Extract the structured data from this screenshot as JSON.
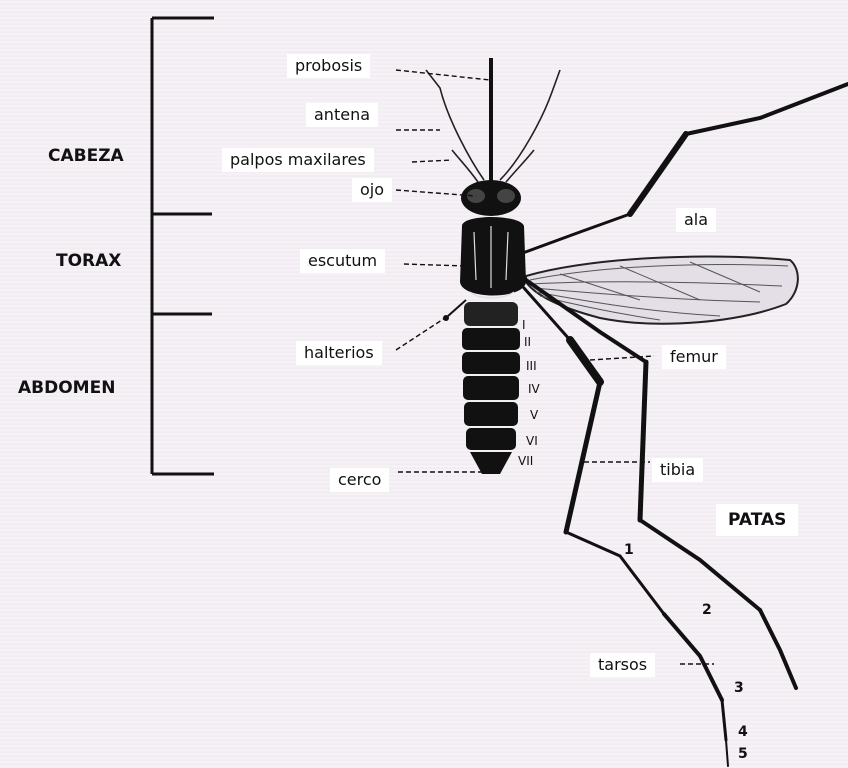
{
  "sections": {
    "head": "CABEZA",
    "thorax": "TORAX",
    "abdomen": "ABDOMEN"
  },
  "labels": {
    "proboscis": "probosis",
    "antenna": "antena",
    "palps": "palpos maxilares",
    "eye": "ojo",
    "scutum": "escutum",
    "halteres": "halterios",
    "cercus": "cerco",
    "wing": "ala",
    "femur": "femur",
    "tibia": "tibia",
    "tarsi": "tarsos",
    "legs": "PATAS"
  },
  "segments": [
    "I",
    "II",
    "III",
    "IV",
    "V",
    "VI",
    "VII"
  ],
  "tarsal_segments": [
    "1",
    "2",
    "3",
    "4",
    "5"
  ],
  "colors": {
    "ink": "#111111",
    "label_bg": "#ffffff",
    "paper": "#f3eef3"
  }
}
